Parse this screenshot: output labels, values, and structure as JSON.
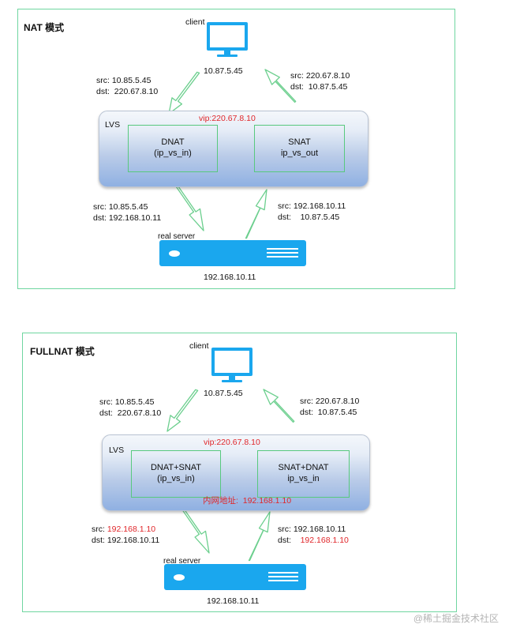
{
  "nat": {
    "title": "NAT 模式",
    "client_label": "client",
    "client_ip": "10.87.5.45",
    "req_src": "src: 10.85.5.45",
    "req_dst": "dst:  220.67.8.10",
    "resp_src": "src: 220.67.8.10",
    "resp_dst": "dst:  10.87.5.45",
    "lvs_label": "LVS",
    "vip": "vip:220.67.8.10",
    "in_module": {
      "line1": "DNAT",
      "line2": "(ip_vs_in)"
    },
    "out_module": {
      "line1": "SNAT",
      "line2": "ip_vs_out"
    },
    "rs_req_src": "src: 10.85.5.45",
    "rs_req_dst": "dst: 192.168.10.11",
    "rs_resp_src": "src: 192.168.10.11",
    "rs_resp_dst": "dst:    10.87.5.45",
    "server_label": "real server",
    "server_ip": "192.168.10.11"
  },
  "fullnat": {
    "title": "FULLNAT 模式",
    "client_label": "client",
    "client_ip": "10.87.5.45",
    "req_src": "src: 10.85.5.45",
    "req_dst": "dst:  220.67.8.10",
    "resp_src": "src: 220.67.8.10",
    "resp_dst": "dst:  10.87.5.45",
    "lvs_label": "LVS",
    "vip": "vip:220.67.8.10",
    "inner_addr": "内网地址:  192.168.1.10",
    "in_module": {
      "line1": "DNAT+SNAT",
      "line2": "(ip_vs_in)"
    },
    "out_module": {
      "line1": "SNAT+DNAT",
      "line2": "ip_vs_in"
    },
    "rs_req_src_prefix": "src: ",
    "rs_req_src_value": "192.168.1.10",
    "rs_req_dst": "dst: 192.168.10.11",
    "rs_resp_src": "src: 192.168.10.11",
    "rs_resp_dst_prefix": "dst:    ",
    "rs_resp_dst_value": "192.168.1.10",
    "server_label": "real server",
    "server_ip": "192.168.10.11"
  },
  "watermark": "@稀土掘金技术社区",
  "colors": {
    "panel_border": "#6fd6a0",
    "monitor_blue": "#1aa7ee",
    "arrow_green": "#6ccf8e",
    "highlight_red": "#e0262a"
  }
}
